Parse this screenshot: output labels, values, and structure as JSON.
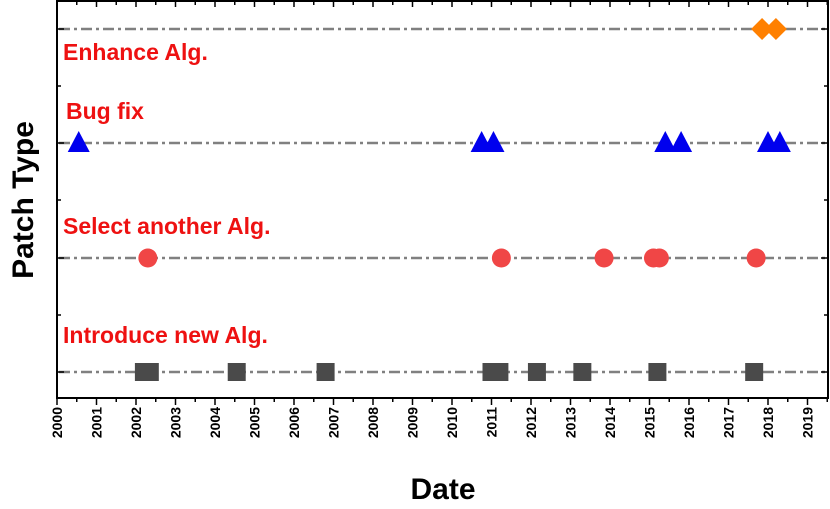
{
  "chart_data": {
    "type": "scatter",
    "xlabel": "Date",
    "ylabel": "Patch Type",
    "xlim": [
      2000,
      2019.5
    ],
    "x_ticks": [
      "2000",
      "2001",
      "2002",
      "2003",
      "2004",
      "2005",
      "2006",
      "2007",
      "2008",
      "2009",
      "2010",
      "2011",
      "2012",
      "2013",
      "2014",
      "2015",
      "2016",
      "2017",
      "2018",
      "2019"
    ],
    "grid": "dash-dot horizontal line per category",
    "legend": "none",
    "categories": [
      "Introduce new Alg.",
      "Select another Alg.",
      "Bug fix",
      "Enhance Alg."
    ],
    "series": [
      {
        "name": "Introduce new Alg.",
        "marker": "square",
        "color": "#4a4a4a",
        "category_index": 0,
        "x": [
          2002.2,
          2002.35,
          2004.55,
          2006.8,
          2011.0,
          2011.2,
          2012.15,
          2013.3,
          2015.2,
          2017.65
        ]
      },
      {
        "name": "Select another Alg.",
        "marker": "circle",
        "color": "#f04646",
        "category_index": 1,
        "x": [
          2002.3,
          2011.25,
          2013.85,
          2015.1,
          2015.25,
          2017.7
        ]
      },
      {
        "name": "Bug fix",
        "marker": "triangle",
        "color": "#0000ee",
        "category_index": 2,
        "x": [
          2000.55,
          2010.75,
          2011.05,
          2015.4,
          2015.8,
          2018.0,
          2018.3
        ]
      },
      {
        "name": "Enhance Alg.",
        "marker": "diamond",
        "color": "#ff8000",
        "category_index": 3,
        "x": [
          2017.85,
          2018.2
        ]
      }
    ],
    "label_color": "#ee1111",
    "line_color": "#808080"
  }
}
